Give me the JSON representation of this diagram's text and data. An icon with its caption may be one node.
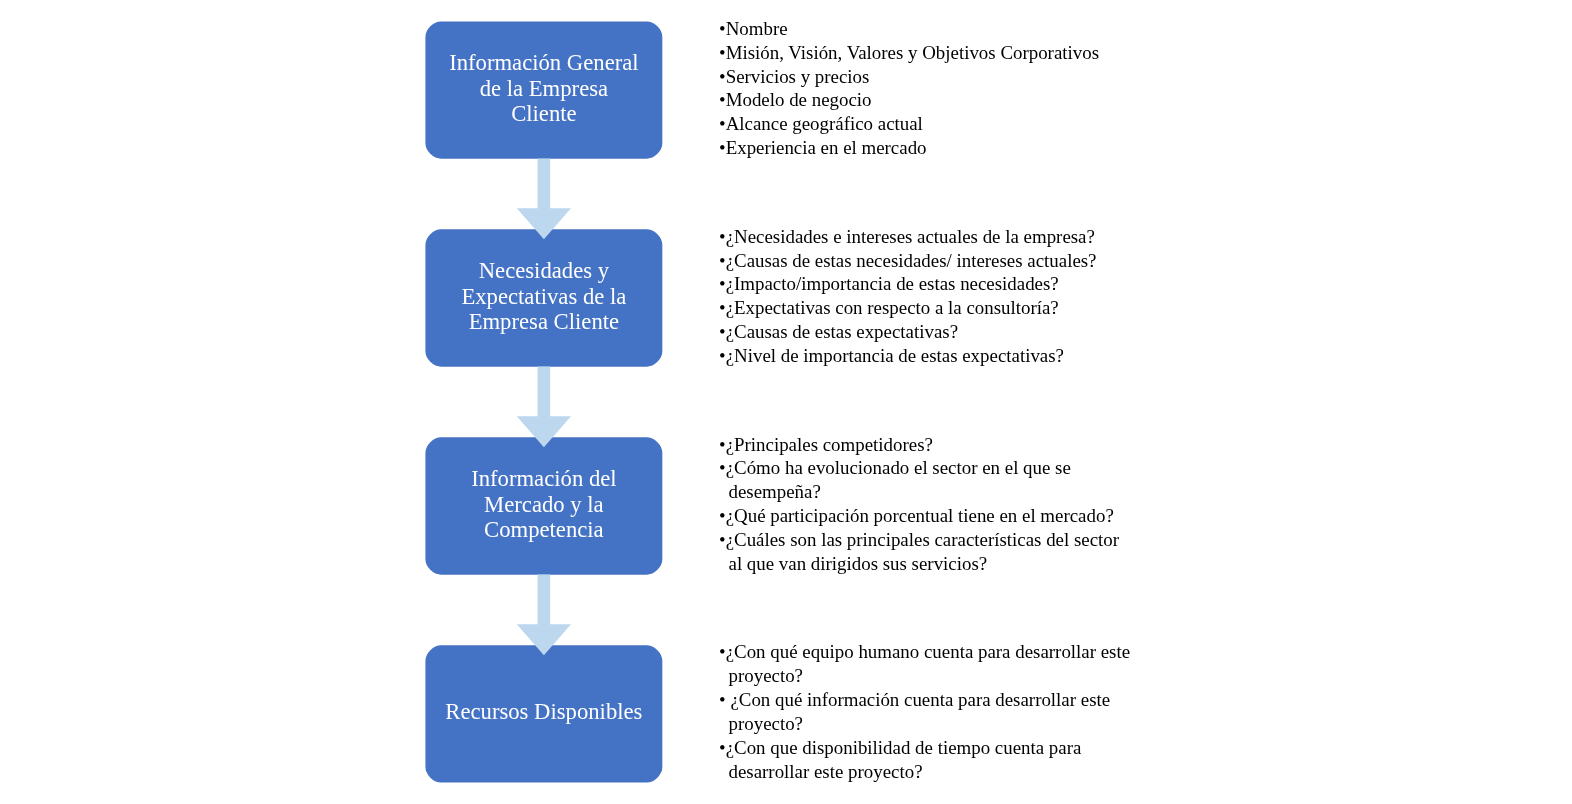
{
  "diagram": {
    "nodes": [
      {
        "text": [
          "Información General de la Empresa Cliente"
        ],
        "beside": [
          "•Nombre",
          "•Misión, Visión, Valores y Objetivos Corporativos",
          "•Servicios y precios",
          "•Modelo de negocio",
          "•Alcance geográfico actual",
          "•Experiencia en el mercado"
        ]
      },
      {
        "text": [
          "Necesidades y Expectativas de la Empresa Cliente"
        ],
        "beside": [
          "•¿Necesidades e intereses actuales de la empresa?",
          "•¿Causas de estas necesidades/ intereses actuales?",
          "•¿Impacto/importancia de estas necesidades?",
          "•¿Expectativas con respecto a la consultoría?",
          "•¿Causas de estas expectativas?",
          "•¿Nivel de importancia de estas expectativas?"
        ]
      },
      {
        "text": [
          "Información del Mercado y la Competencia"
        ],
        "beside": [
          "•¿Principales competidores?",
          "•¿Cómo ha evolucionado el sector en el que se desempeña?",
          "•¿Qué participación porcentual tiene en el mercado?",
          "•¿Cuáles son las principales características del sector al que van dirigidos sus servicios?"
        ]
      },
      {
        "text": [
          "Recursos Disponibles"
        ],
        "beside": [
          "•¿Con qué equipo humano cuenta para desarrollar este proyecto?",
          "• ¿Con qué información cuenta para desarrollar este proyecto?",
          "•¿Con que disponibilidad de tiempo cuenta para desarrollar este proyecto?"
        ]
      }
    ],
    "edges": [
      {
        "from": 0,
        "to": 1,
        "arrow": "to"
      },
      {
        "from": 1,
        "to": 2,
        "arrow": "to"
      },
      {
        "from": 2,
        "to": 3,
        "arrow": "to"
      }
    ]
  }
}
